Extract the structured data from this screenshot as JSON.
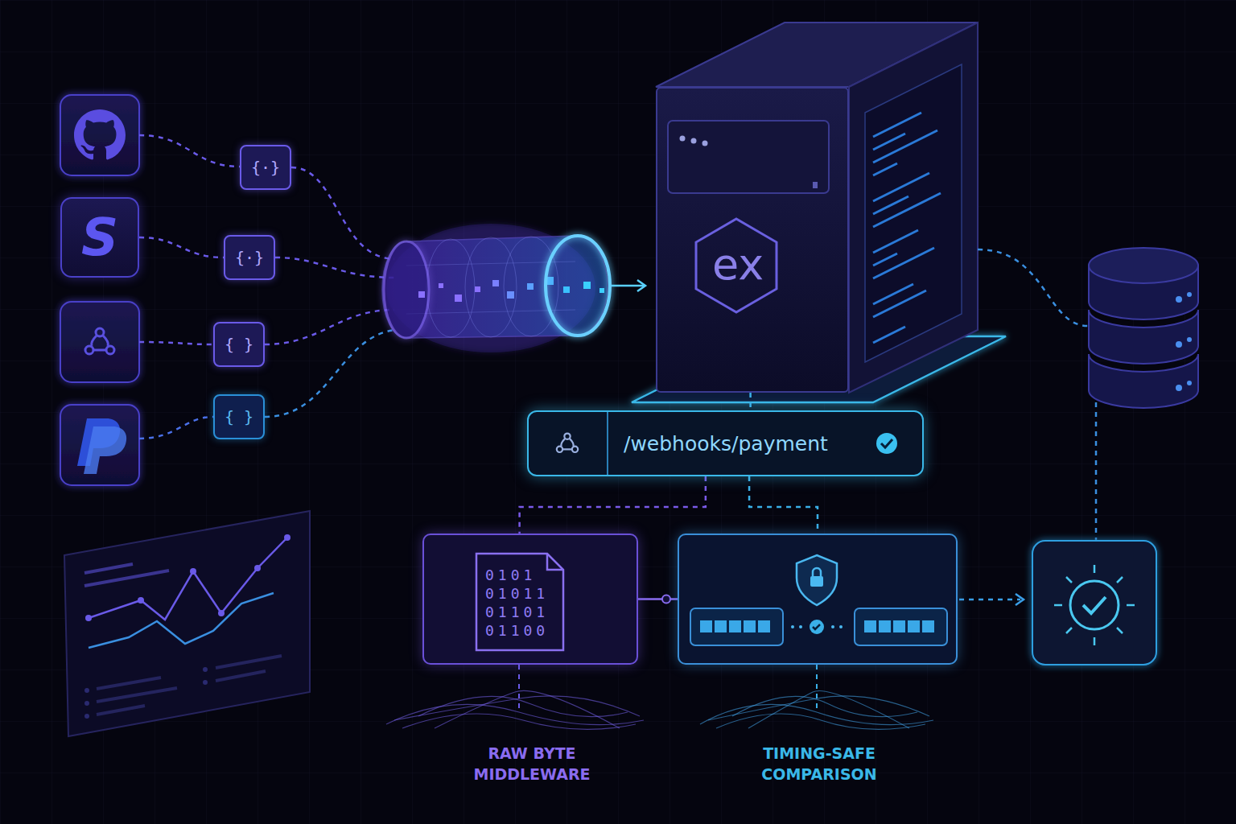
{
  "diagram": {
    "nodes": [
      {
        "text": [
          "S"
        ]
      },
      {
        "text": [
          "{·}"
        ]
      },
      {
        "text": [
          "{·}"
        ]
      },
      {
        "text": [
          "{ }"
        ]
      },
      {
        "text": [
          "{ }"
        ]
      },
      {
        "text": [
          "ex"
        ]
      },
      {
        "text": [
          "/webhooks/payment"
        ]
      },
      {
        "text": [
          "0101 01011 01101 01100",
          "RAW BYTE MIDDLEWARE"
        ]
      },
      {
        "text": [
          "TIMING-SAFE COMPARISON"
        ]
      }
    ],
    "edges": [
      {
        "from": 0,
        "to": 2,
        "arrow": "none"
      },
      {
        "from": 5,
        "to": 6,
        "arrow": "none"
      },
      {
        "from": 6,
        "to": 7,
        "arrow": "none"
      },
      {
        "from": 6,
        "to": 8,
        "arrow": "none"
      },
      {
        "from": 7,
        "to": 8,
        "arrow": "none"
      }
    ]
  }
}
